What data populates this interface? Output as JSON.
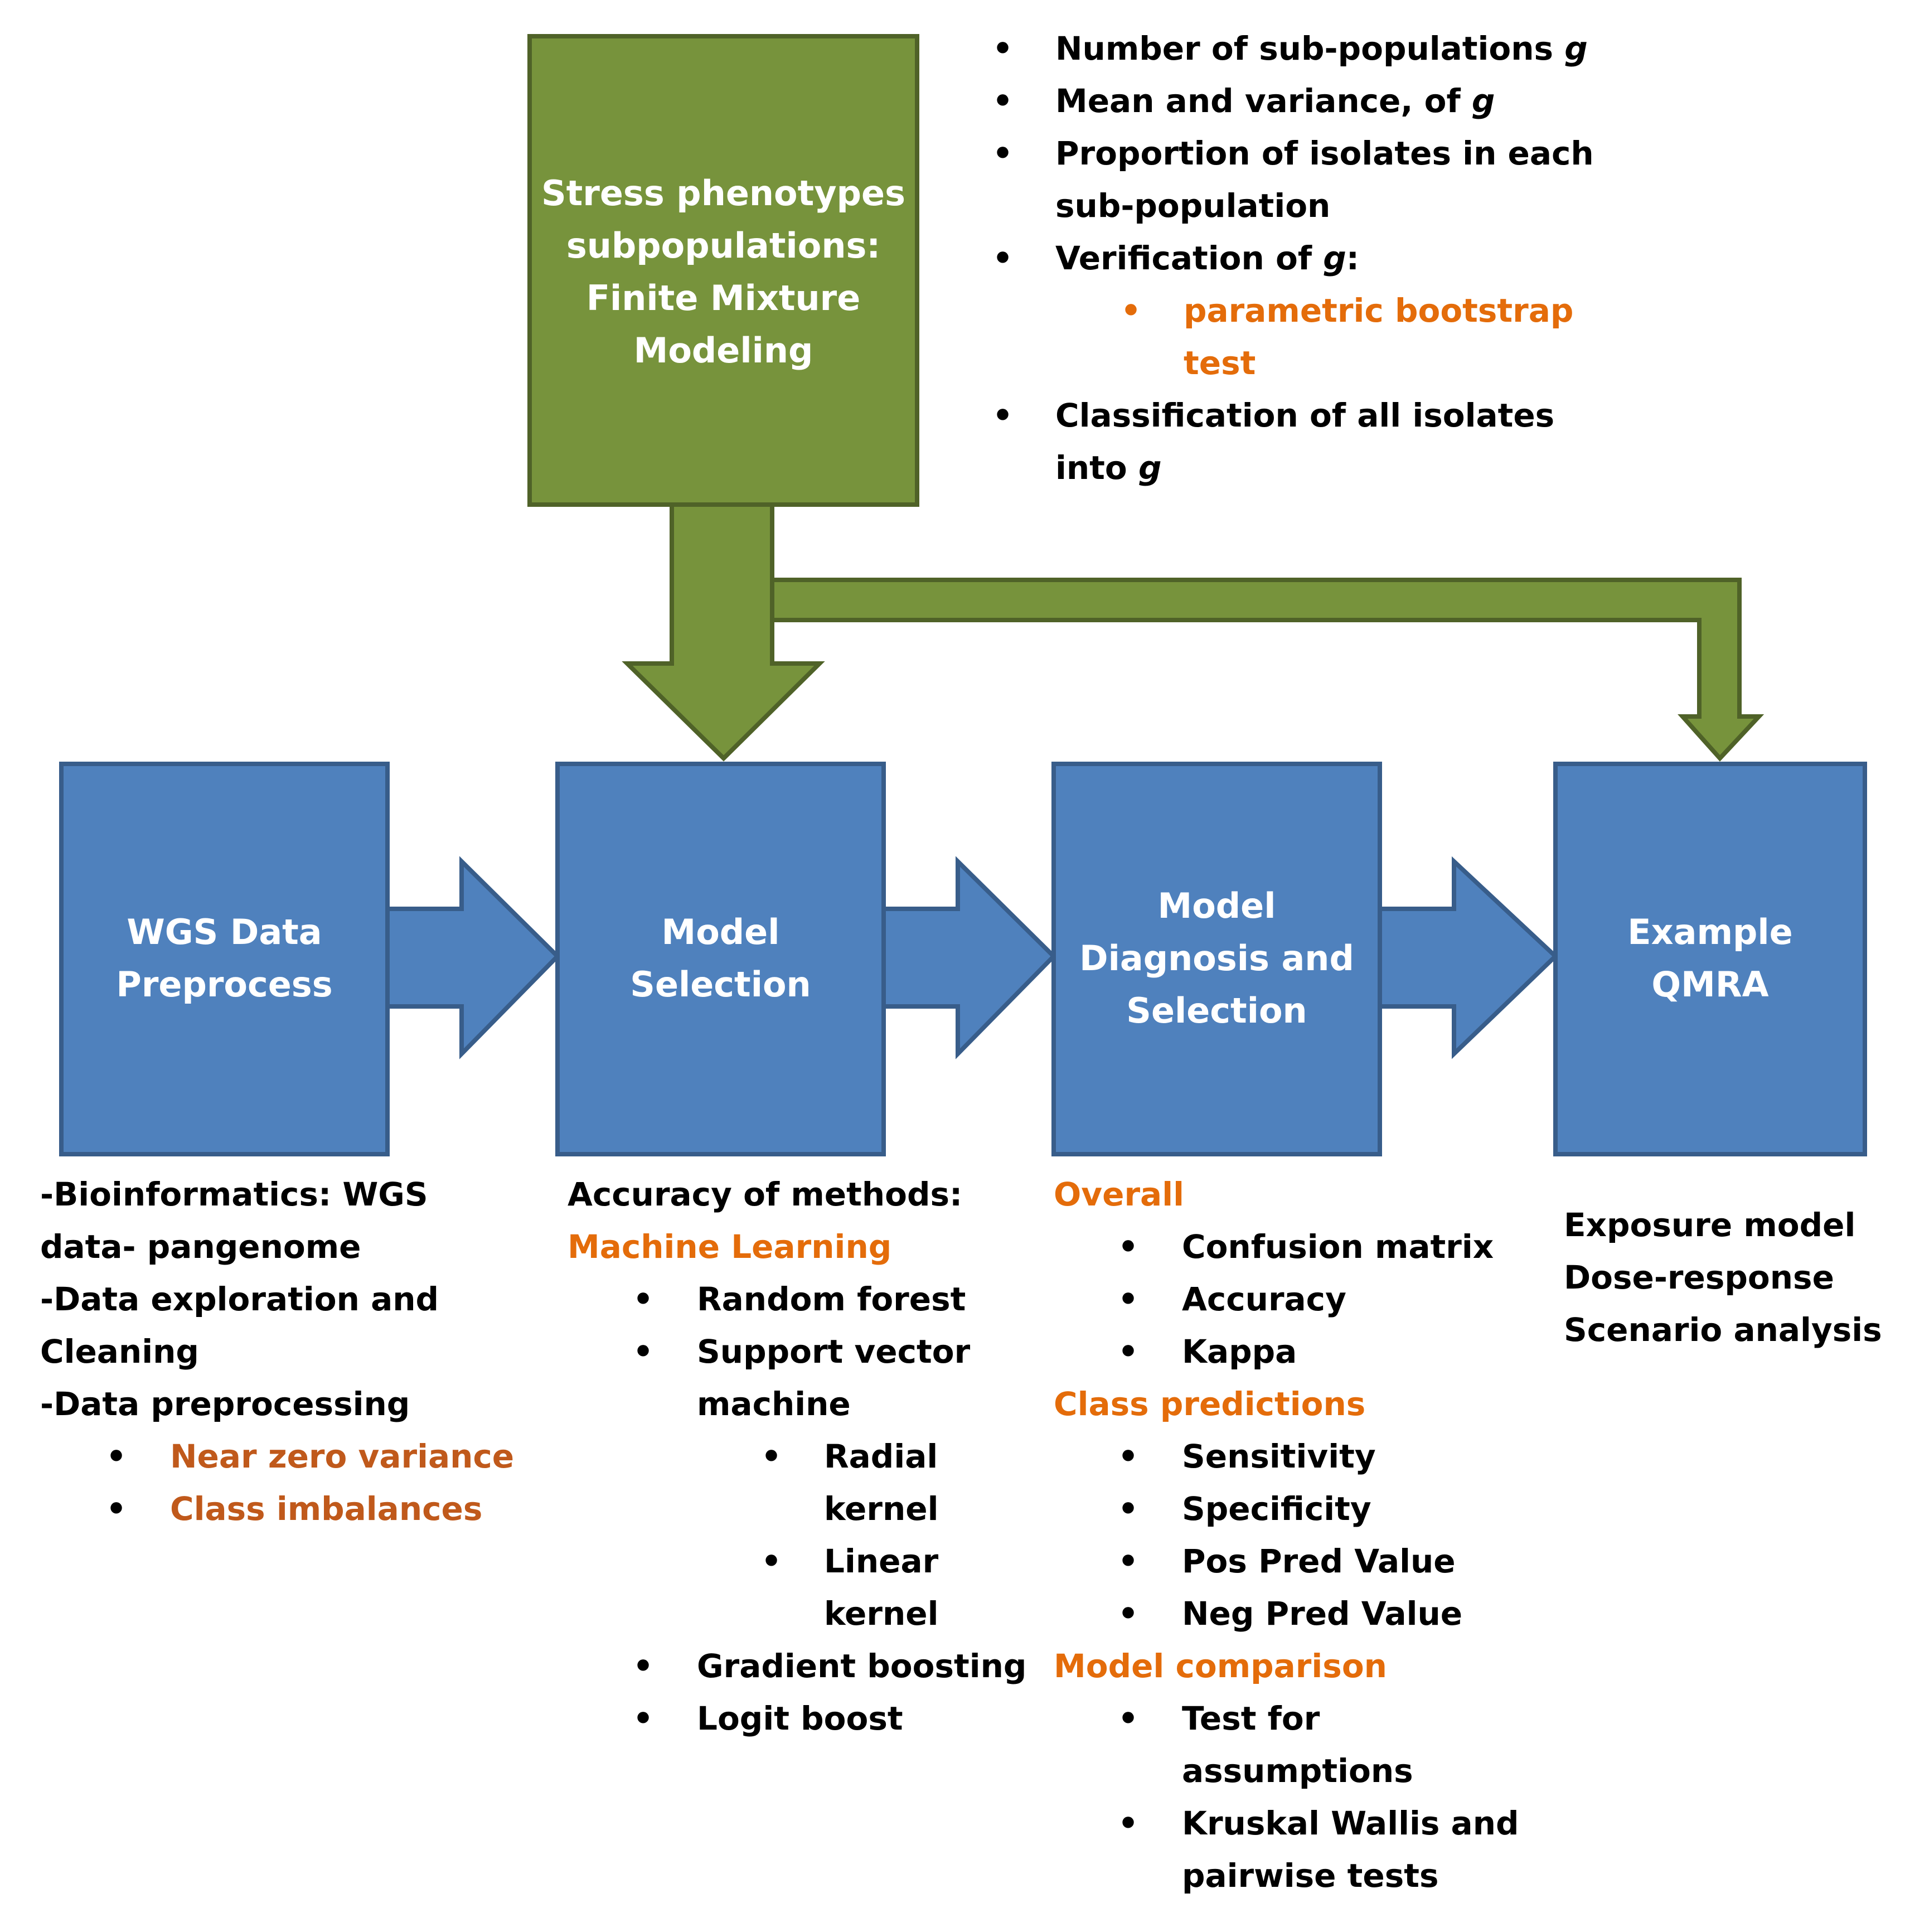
{
  "colors": {
    "green_fill": "#77933c",
    "green_stroke": "#4f6228",
    "blue_fill": "#4f81bd",
    "blue_stroke": "#385d8a",
    "orange_text": "#e46c0a",
    "brown_text": "#c0591b"
  },
  "top_box": {
    "lines": [
      "Stress phenotypes",
      "subpopulations:",
      "Finite Mixture",
      "Modeling"
    ]
  },
  "top_list": {
    "item1": {
      "text": "Number of sub-populations ",
      "var": "g"
    },
    "item2": {
      "text": "Mean and variance, of ",
      "var": "g"
    },
    "item3": {
      "line1": "Proportion of isolates in each",
      "line2": "sub-population"
    },
    "item4": {
      "text": "Verification of ",
      "var": "g",
      "suffix": ":"
    },
    "item4_sub": {
      "line1": "parametric bootstrap",
      "line2": "test"
    },
    "item5": {
      "line1": "Classification of all isolates",
      "line2_text": "into ",
      "var": "g"
    }
  },
  "boxes": {
    "wgs": {
      "line1": "WGS Data",
      "line2": "Preprocess"
    },
    "model_selection": {
      "line1": "Model",
      "line2": "Selection"
    },
    "diagnosis": {
      "line1": "Model",
      "line2": "Diagnosis and",
      "line3": "Selection"
    },
    "qmra": {
      "line1": "Example",
      "line2": "QMRA"
    }
  },
  "wgs_notes": {
    "lines": [
      "-Bioinformatics: WGS",
      "data- pangenome",
      "-Data exploration and",
      "Cleaning",
      "-Data preprocessing"
    ],
    "bullets": [
      "Near zero variance",
      "Class imbalances"
    ]
  },
  "selection_notes": {
    "heading": "Accuracy of methods:",
    "subheading": "Machine Learning",
    "rf": "Random forest",
    "svm_line1": "Support vector",
    "svm_line2": "machine",
    "radial_line1": "Radial",
    "radial_line2": "kernel",
    "linear_line1": "Linear",
    "linear_line2": "kernel",
    "gb": "Gradient boosting",
    "lb": "Logit boost"
  },
  "diagnosis_notes": {
    "overall": "Overall",
    "overall_items": [
      "Confusion matrix",
      "Accuracy",
      "Kappa"
    ],
    "class_predictions": "Class predictions",
    "class_items": [
      "Sensitivity",
      "Specificity",
      "Pos Pred Value",
      "Neg Pred Value"
    ],
    "model_comparison": "Model comparison",
    "cmp1_line1": "Test for",
    "cmp1_line2": "assumptions",
    "cmp2_line1": "Kruskal Wallis and",
    "cmp2_line2": "pairwise tests"
  },
  "qmra_notes": {
    "lines": [
      "Exposure model",
      "Dose-response",
      "Scenario analysis"
    ]
  }
}
